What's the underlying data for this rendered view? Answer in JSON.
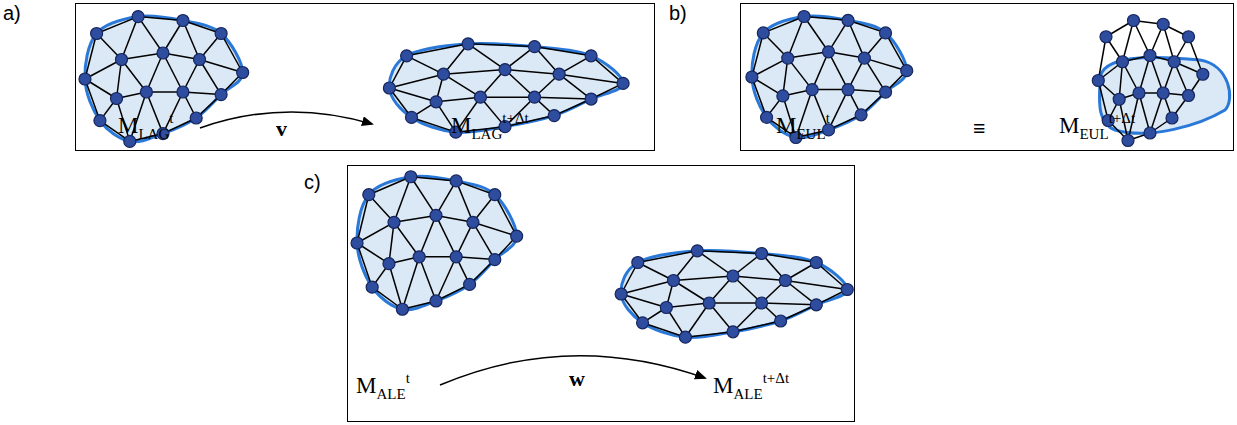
{
  "diagram": {
    "nodes": [
      {
        "text": [
          "a)",
          "M",
          "LAG",
          "t",
          "v",
          "M",
          "LAG",
          "t+Δt"
        ]
      },
      {
        "text": [
          "b)",
          "M",
          "EUL",
          "t",
          "≡",
          "M",
          "EUL",
          "t+Δt"
        ]
      },
      {
        "text": [
          "c)",
          "M",
          "ALE",
          "t",
          "w",
          "M",
          "ALE",
          "t+Δt"
        ]
      }
    ]
  }
}
